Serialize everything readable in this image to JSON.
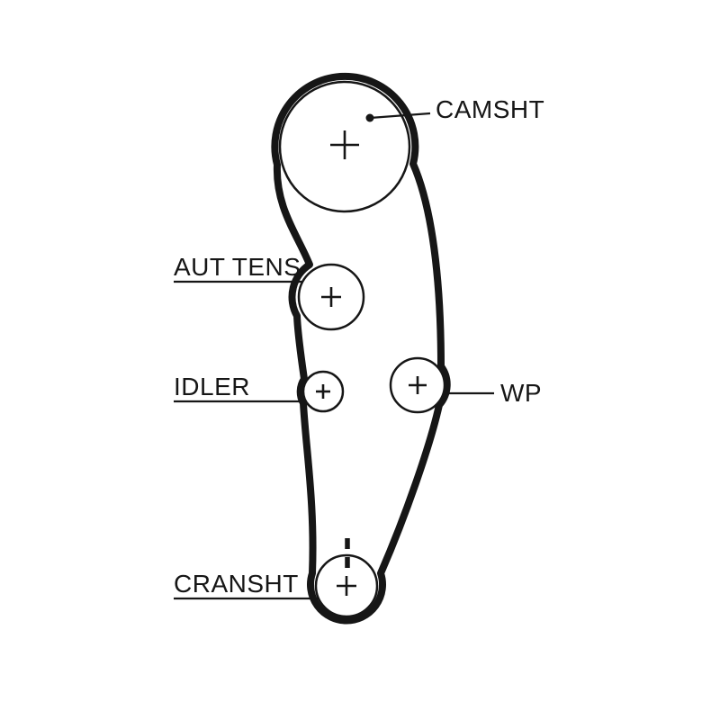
{
  "diagram": {
    "type": "timing-belt-routing-diagram",
    "background_color": "#ffffff",
    "line_color": "#161616",
    "pulleys": [
      {
        "id": "camshaft",
        "label": "CAMSHT",
        "marker": "cross",
        "label_side": "right"
      },
      {
        "id": "automatic-tensioner",
        "label": "AUT TENS",
        "marker": "cross",
        "label_side": "left"
      },
      {
        "id": "idler",
        "label": "IDLER",
        "marker": "cross",
        "label_side": "left"
      },
      {
        "id": "water-pump",
        "label": "WP",
        "marker": "cross",
        "label_side": "right"
      },
      {
        "id": "crankshaft",
        "label": "CRANSHT",
        "marker": "cross",
        "label_side": "left",
        "timing_mark": "dashed"
      }
    ]
  }
}
